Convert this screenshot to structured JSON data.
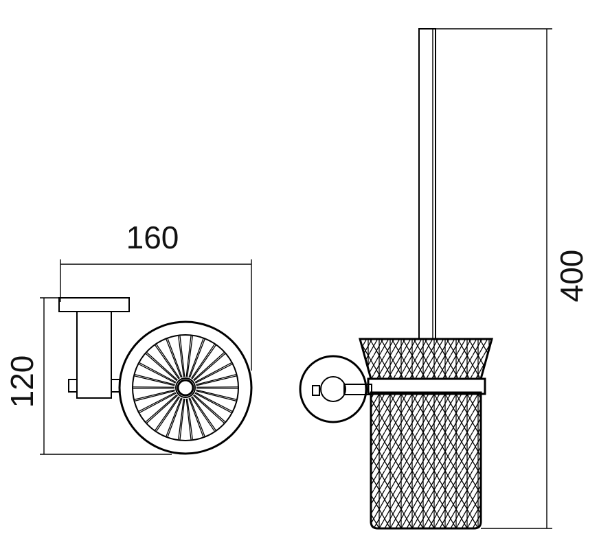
{
  "dimensions": {
    "width": "160",
    "height": "120",
    "total_height": "400"
  }
}
